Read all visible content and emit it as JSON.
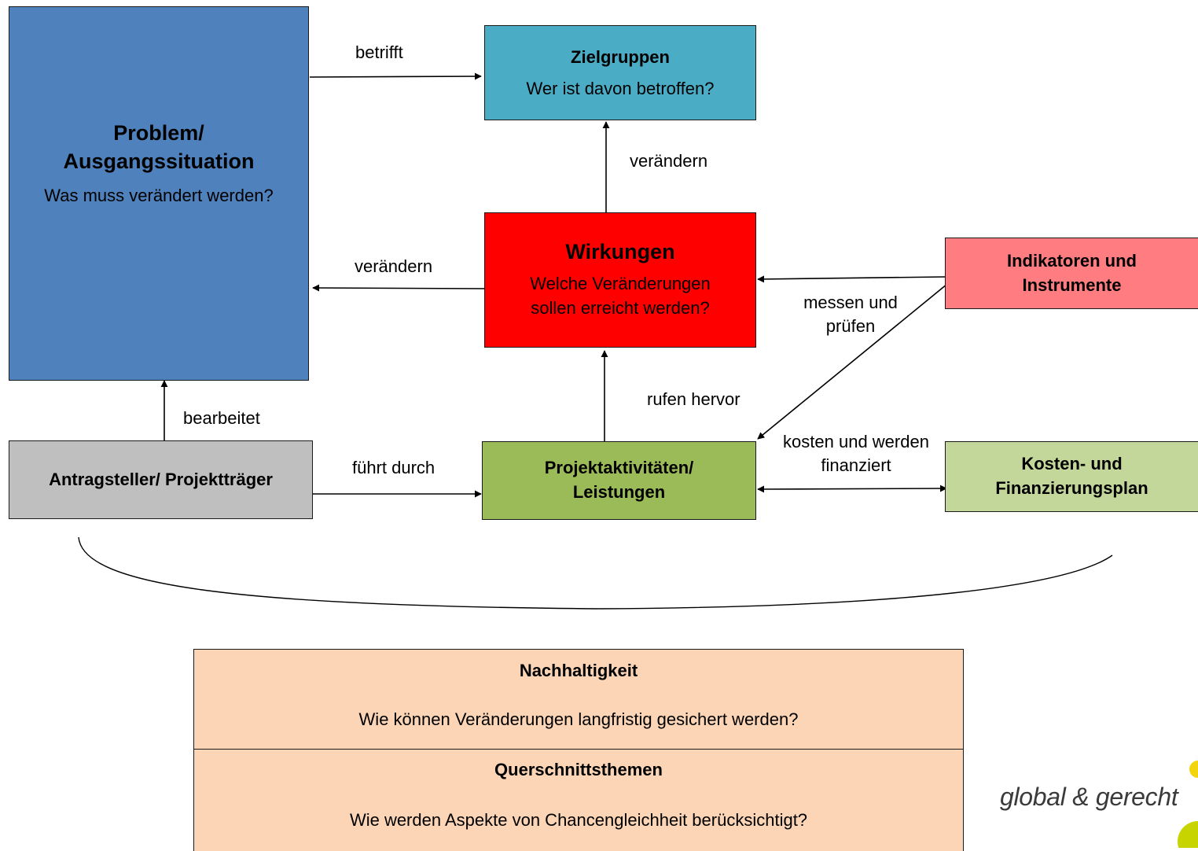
{
  "colors": {
    "problem": "#4f81bd",
    "zielgruppen": "#4bacc6",
    "wirkungen": "#ff0000",
    "indikatoren": "#ff7c80",
    "antragsteller": "#bfbfbf",
    "projekt": "#9bbb59",
    "kosten": "#c4d79b",
    "nachhaltigkeit": "#fbd5b5",
    "logo_dot": "#f2d50f"
  },
  "boxes": {
    "problem": {
      "title": "Problem/ Ausgangssituation",
      "question": "Was muss verändert werden?"
    },
    "zielgruppen": {
      "title": "Zielgruppen",
      "question": "Wer ist davon betroffen?"
    },
    "wirkungen": {
      "title": "Wirkungen",
      "question": "Welche Veränderungen sollen erreicht werden?"
    },
    "indikatoren": {
      "title": "Indikatoren und Instrumente"
    },
    "antragsteller": {
      "title": "Antragsteller/ Projektträger"
    },
    "projekt": {
      "title": "Projektaktivitäten/ Leistungen"
    },
    "kosten": {
      "title": "Kosten- und Finanzierungsplan"
    }
  },
  "edges": {
    "betrifft": "betrifft",
    "veraendern_top": "verändern",
    "veraendern_left": "verändern",
    "messen": "messen und prüfen",
    "rufen": "rufen hervor",
    "bearbeitet": "bearbeitet",
    "fuehrt": "führt durch",
    "kosten": "kosten und werden finanziert"
  },
  "bottom": {
    "nachhaltigkeit": {
      "title": "Nachhaltigkeit",
      "question": "Wie können Veränderungen langfristig gesichert werden?"
    },
    "querschnitt": {
      "title": "Querschnittsthemen",
      "question": "Wie werden Aspekte von Chancengleichheit berücksichtigt?"
    }
  },
  "logo": {
    "text": "global & gerecht"
  }
}
